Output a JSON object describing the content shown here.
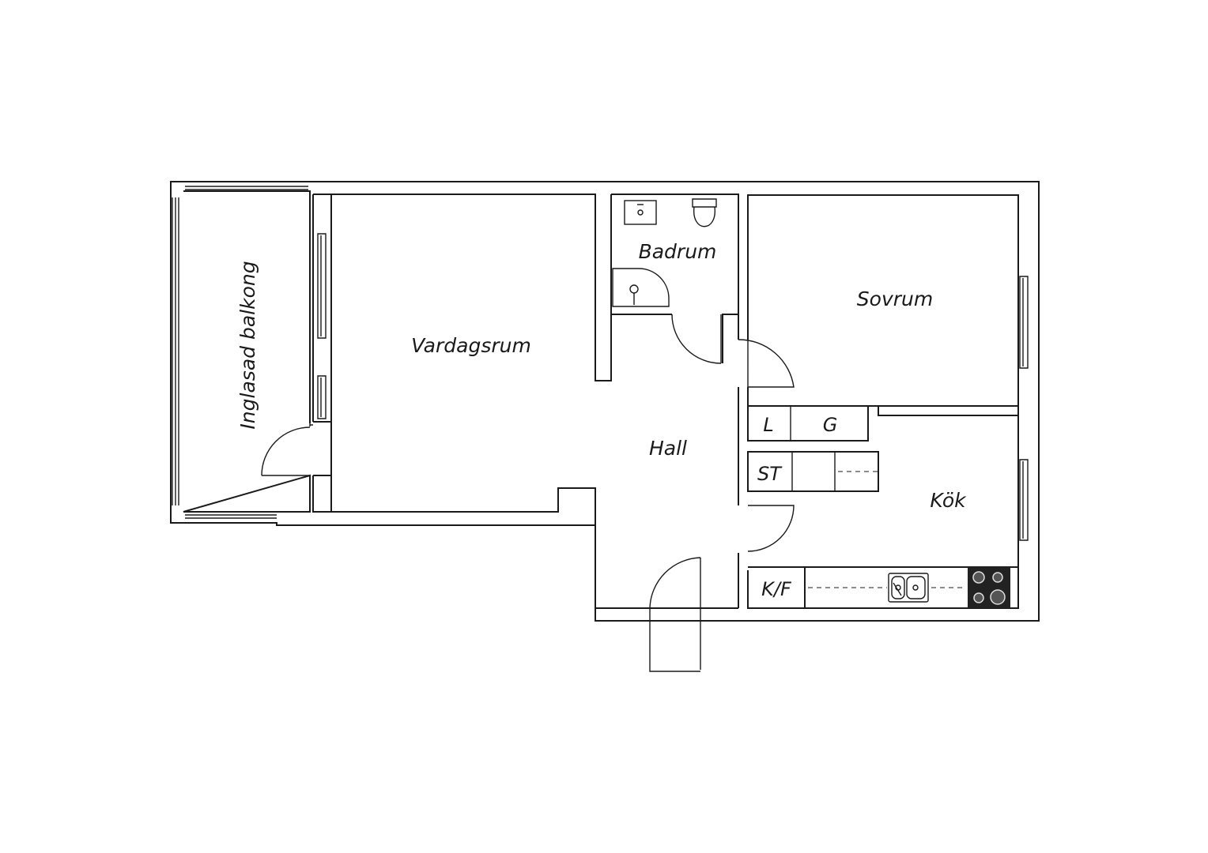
{
  "floorplan": {
    "rooms": {
      "balcony": "Inglasad balkong",
      "living": "Vardagsrum",
      "bath": "Badrum",
      "bedroom": "Sovrum",
      "hall": "Hall",
      "kitchen": "Kök"
    },
    "storage": {
      "linen": "L",
      "wardrobe": "G",
      "closet": "ST",
      "fridge_freezer": "K/F"
    },
    "icons": [
      "sink-icon",
      "toilet-icon",
      "shower-icon",
      "kitchen-sink-icon",
      "stove-icon",
      "door-icon",
      "window-icon"
    ],
    "colors": {
      "line": "#1a1a1a",
      "background": "#ffffff",
      "stove": "#222222"
    }
  }
}
